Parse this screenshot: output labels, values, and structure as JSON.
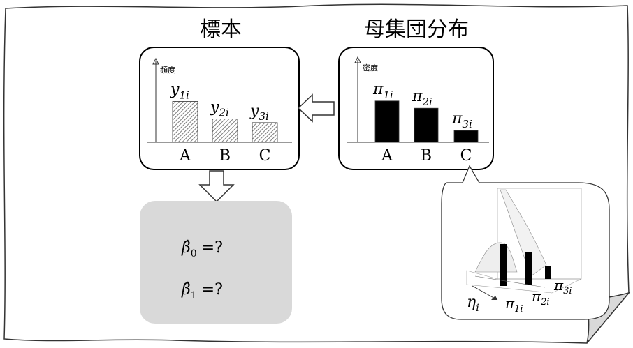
{
  "sample_title": "標本",
  "population_title": "母集団分布",
  "sample_box": {
    "axis_label": "頻度",
    "bars": [
      {
        "category": "A",
        "symbol": "y",
        "sub": "1i",
        "value": 0.77
      },
      {
        "category": "B",
        "symbol": "y",
        "sub": "2i",
        "value": 0.44
      },
      {
        "category": "C",
        "symbol": "y",
        "sub": "3i",
        "value": 0.37
      }
    ],
    "bar_style": "hatched"
  },
  "population_box": {
    "axis_label": "密度",
    "bars": [
      {
        "category": "A",
        "symbol": "π",
        "sub": "1i",
        "value": 0.74
      },
      {
        "category": "B",
        "symbol": "π",
        "sub": "2i",
        "value": 0.61
      },
      {
        "category": "C",
        "symbol": "π",
        "sub": "3i",
        "value": 0.21
      }
    ],
    "bar_style": "solid"
  },
  "estimates": [
    {
      "symbol": "β̂",
      "sub": "0",
      "suffix": " =?"
    },
    {
      "symbol": "β̂",
      "sub": "1",
      "suffix": " =?"
    }
  ],
  "callout": {
    "axis_label": "η",
    "axis_sub": "i",
    "labels": [
      {
        "symbol": "π",
        "sub": "1i"
      },
      {
        "symbol": "π",
        "sub": "2i"
      },
      {
        "symbol": "π",
        "sub": "3i"
      }
    ]
  },
  "colors": {
    "stroke": "#333333",
    "panel_fill": "#d9d9d9",
    "hatch": "#7f7f7f",
    "solid_bar": "#000000",
    "callout_fill": "#ffffff"
  }
}
